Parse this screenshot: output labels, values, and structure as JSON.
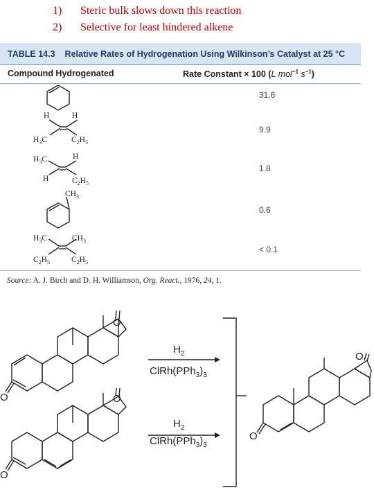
{
  "notes": [
    {
      "num": "1)",
      "text": "Steric bulk slows down this reaction"
    },
    {
      "num": "2)",
      "text": "Selective for least hindered alkene"
    }
  ],
  "table": {
    "number": "TABLE 14.3",
    "title": "Relative Rates of Hydrogenation Using Wilkinson’s Catalyst at 25 °C",
    "col1": "Compound Hydrogenated",
    "col2_prefix": "Rate Constant × 100 (",
    "col2_units": "L mol",
    "col2_suffix": "s",
    "rows": [
      {
        "compound": "cyclohexene",
        "rate": "31.6"
      },
      {
        "compound": "cis-2-pentene",
        "rate": "9.9"
      },
      {
        "compound": "trans-2-pentene",
        "rate": "1.8"
      },
      {
        "compound": "1-methylcyclohexene",
        "rate": "0.6"
      },
      {
        "compound": "3,4-dimethyl-3-hexene",
        "rate": "< 0.1"
      }
    ],
    "source_label": "Source:",
    "source_text": " A. J. Birch and D. H. Williamson, ",
    "source_journal": "Org. React.",
    "source_year": ", 1976, ",
    "source_vol": "24",
    "source_page": ", 1."
  },
  "labels": {
    "H": "H",
    "H3C": "H3C",
    "C2H5": "C2H5",
    "CH3": "CH3",
    "O": "O"
  },
  "reactions": [
    {
      "reagent_top": "H2",
      "reagent_bottom": "ClRh(PPh3)3"
    },
    {
      "reagent_top": "H2",
      "reagent_bottom": "ClRh(PPh3)3"
    }
  ]
}
